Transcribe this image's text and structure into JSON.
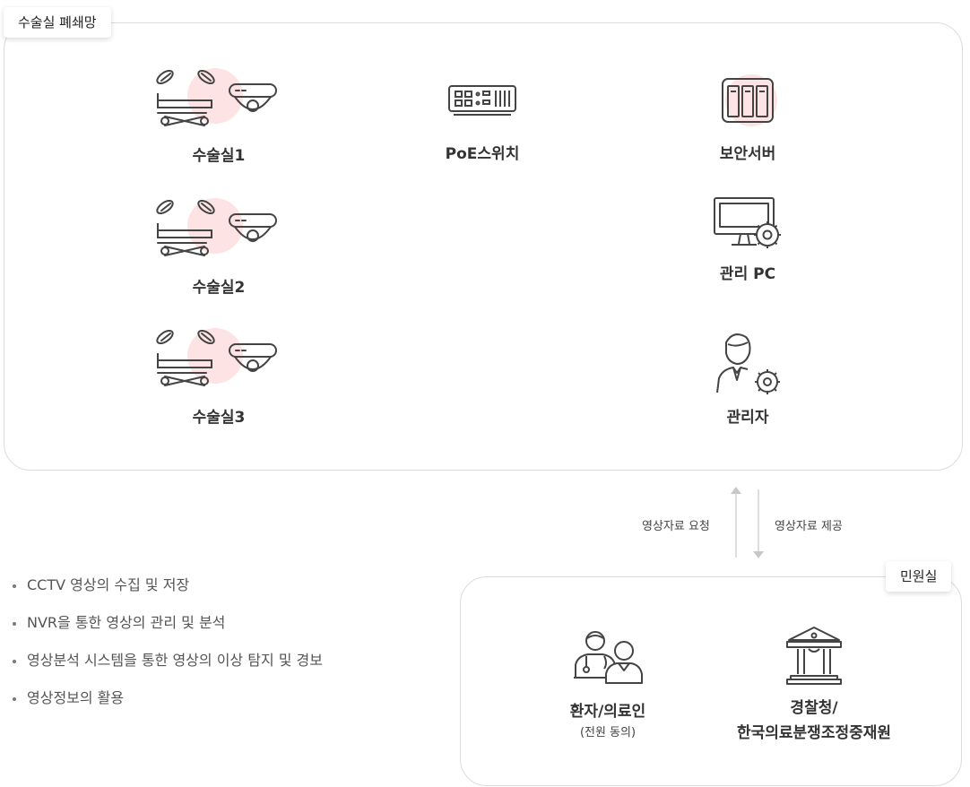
{
  "sections": {
    "operating_network": "수술실 폐쇄망",
    "civil_room": "민원실"
  },
  "nodes": {
    "or1": "수술실1",
    "or2": "수술실2",
    "or3": "수술실3",
    "poe_switch": "PoE스위치",
    "security_server": "보안서버",
    "admin_pc": "관리 PC",
    "admin": "관리자",
    "patient_medical": "환자/의료인",
    "patient_note": "(전원 동의)",
    "police_line1": "경찰청/",
    "police_line2": "한국의료분쟁조정중재원"
  },
  "flows": {
    "request": "영상자료 요청",
    "provide": "영상자료 제공"
  },
  "bullets": [
    "CCTV 영상의 수집 및 저장",
    "NVR을 통한 영상의 관리 및 분석",
    "영상분석 시스템을 통한 영상의 이상 탐지  및 경보",
    "영상정보의 활용"
  ],
  "colors": {
    "accent_circle": "#fde3e3",
    "line": "#c8c8c8",
    "icon": "#444444"
  }
}
